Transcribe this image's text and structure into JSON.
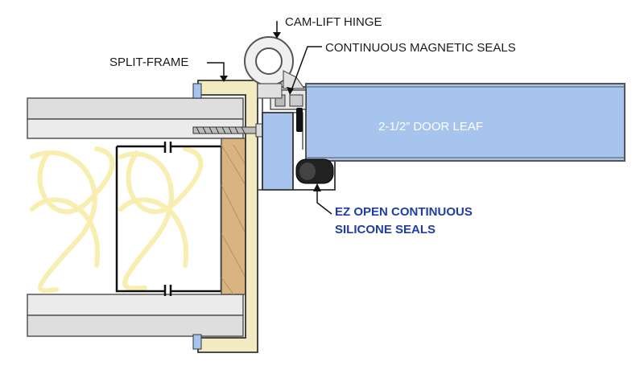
{
  "labels": {
    "hinge": "CAM-LIFT HINGE",
    "magnetic_seals": "CONTINUOUS MAGNETIC SEALS",
    "split_frame": "SPLIT-FRAME",
    "door_leaf": "2-1/2” DOOR LEAF",
    "silicone_line1": "EZ OPEN CONTINUOUS",
    "silicone_line2": "SILICONE SEALS"
  },
  "colors": {
    "door_fill": "#a7c4ee",
    "frame_fill": "#f2ebc2",
    "wood_fill": "#d9b380",
    "insulation": "#f7eeb0",
    "drywall": "#dedede",
    "callout_blue": "#1f3ea3"
  }
}
